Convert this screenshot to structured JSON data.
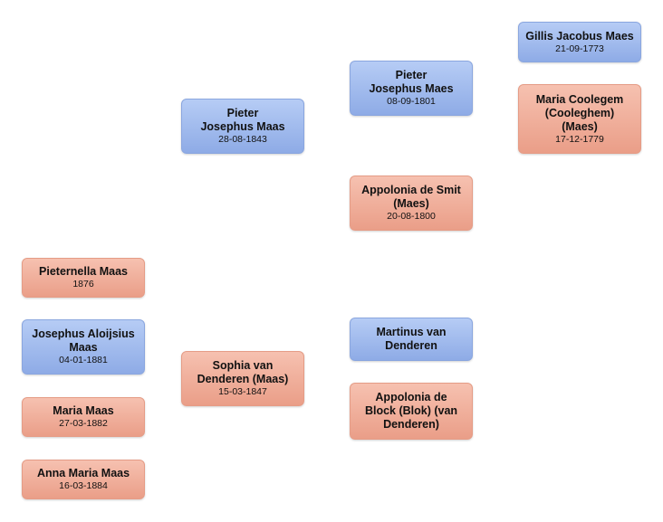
{
  "people": {
    "pieternella": {
      "name": "Pieternella Maas",
      "date": "1876"
    },
    "josephus": {
      "name": "Josephus Aloijsius Maas",
      "date": "04-01-1881"
    },
    "maria": {
      "name": "Maria Maas",
      "date": "27-03-1882"
    },
    "anna_maria": {
      "name": "Anna Maria Maas",
      "date": "16-03-1884"
    },
    "father": {
      "name": "Pieter Josephus Maas",
      "date": "28-08-1843"
    },
    "mother": {
      "name": "Sophia van Denderen (Maas)",
      "date": "15-03-1847"
    },
    "paternal_grandfather": {
      "name": "Pieter Josephus Maes",
      "date": "08-09-1801"
    },
    "paternal_grandmother": {
      "name": "Appolonia de Smit (Maes)",
      "date": "20-08-1800"
    },
    "maternal_grandfather": {
      "name": "Martinus van Denderen",
      "date": ""
    },
    "maternal_grandmother": {
      "name": "Appolonia de Block (Blok) (van Denderen)",
      "date": ""
    },
    "great_grandfather": {
      "name": "Gillis Jacobus Maes",
      "date": "21-09-1773"
    },
    "great_grandmother": {
      "name": "Maria Coolegem (Cooleghem) (Maes)",
      "date": "17-12-1779"
    }
  },
  "colors": {
    "male": "#a3bcef",
    "female": "#f0ad98"
  }
}
